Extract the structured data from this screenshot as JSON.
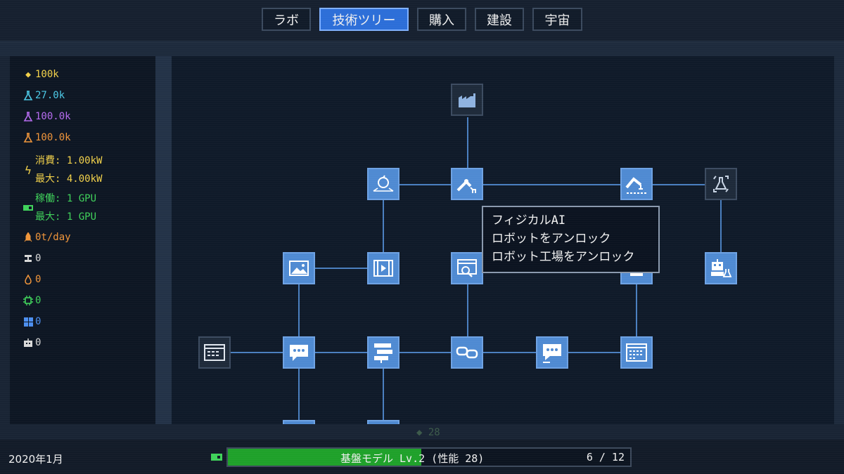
{
  "nav": {
    "tabs": [
      {
        "label": "ラボ",
        "active": false
      },
      {
        "label": "技術ツリー",
        "active": true
      },
      {
        "label": "購入",
        "active": false
      },
      {
        "label": "建設",
        "active": false
      },
      {
        "label": "宇宙",
        "active": false
      }
    ]
  },
  "resources": {
    "money": {
      "icon": "diamond-icon",
      "value": "100k",
      "color": "#f2d14a"
    },
    "science_cyan": {
      "icon": "flask-icon",
      "value": "27.0k",
      "color": "#4cc9e6"
    },
    "science_purple": {
      "icon": "flask-icon",
      "value": "100.0k",
      "color": "#b66bf0"
    },
    "science_orange": {
      "icon": "flask-icon",
      "value": "100.0k",
      "color": "#f0953a"
    },
    "power": {
      "icon": "lightning-icon",
      "consume": "消費: 1.00kW",
      "max": "最大: 4.00kW",
      "color": "#f2d14a"
    },
    "gpu": {
      "icon": "gpu-icon",
      "running": "稼働: 1 GPU",
      "max": "最大: 1 GPU",
      "color": "#3fd15a"
    },
    "rocket": {
      "icon": "rocket-icon",
      "value": "0t/day",
      "color": "#f0953a"
    },
    "steel": {
      "icon": "beam-icon",
      "value": "0",
      "color": "#d8d8d8"
    },
    "water": {
      "icon": "droplet-icon",
      "value": "0",
      "color": "#f0953a"
    },
    "chip": {
      "icon": "chip-icon",
      "value": "0",
      "color": "#3fd15a"
    },
    "panel": {
      "icon": "grid-icon",
      "value": "0",
      "color": "#4c8ff0"
    },
    "robot": {
      "icon": "robot-icon",
      "value": "0",
      "color": "#d8d8d8"
    }
  },
  "tree": {
    "tooltip": {
      "title": "フィジカルAI",
      "lines": [
        "ロボットをアンロック",
        "ロボット工場をアンロック"
      ]
    },
    "nodes": [
      {
        "id": "factory",
        "icon": "factory-icon",
        "dark": true
      },
      {
        "id": "apple",
        "icon": "apple-hologram-icon",
        "dark": false
      },
      {
        "id": "physical-ai",
        "icon": "robot-arm-icon",
        "dark": false
      },
      {
        "id": "robot-factory",
        "icon": "robot-arm-line-icon",
        "dark": false
      },
      {
        "id": "flask-cycle",
        "icon": "flask-cycle-icon",
        "dark": true
      },
      {
        "id": "image",
        "icon": "image-icon",
        "dark": false
      },
      {
        "id": "video",
        "icon": "video-icon",
        "dark": false
      },
      {
        "id": "search",
        "icon": "search-window-icon",
        "dark": false
      },
      {
        "id": "hidden-mid",
        "icon": "monitor-icon",
        "dark": false
      },
      {
        "id": "robot-lab",
        "icon": "robot-science-icon",
        "dark": false
      },
      {
        "id": "terminal",
        "icon": "terminal-icon",
        "dark": true
      },
      {
        "id": "chat",
        "icon": "chat-icon",
        "dark": false
      },
      {
        "id": "layers",
        "icon": "layers-icon",
        "dark": false
      },
      {
        "id": "link",
        "icon": "link-icon",
        "dark": false
      },
      {
        "id": "chat2",
        "icon": "chat-bubble-icon",
        "dark": false
      },
      {
        "id": "app-window",
        "icon": "app-window-icon",
        "dark": false
      }
    ],
    "cost": "28"
  },
  "footer": {
    "date": "2020年1月",
    "model_label": "基盤モデル Lv.2 (性能 28)",
    "progress_count": "6 / 12",
    "progress": 0.48
  }
}
